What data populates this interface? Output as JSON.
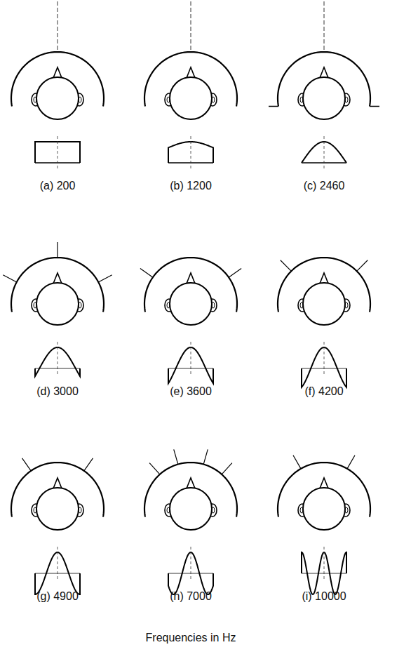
{
  "diagram": {
    "caption": "Frequencies in Hz",
    "labels": [
      "(a) 200",
      "(b) 1200",
      "(c) 2460",
      "(d) 3000",
      "(e) 3600",
      "(f) 4200",
      "(g) 4900",
      "(h) 7000",
      "(i) 10000"
    ]
  }
}
